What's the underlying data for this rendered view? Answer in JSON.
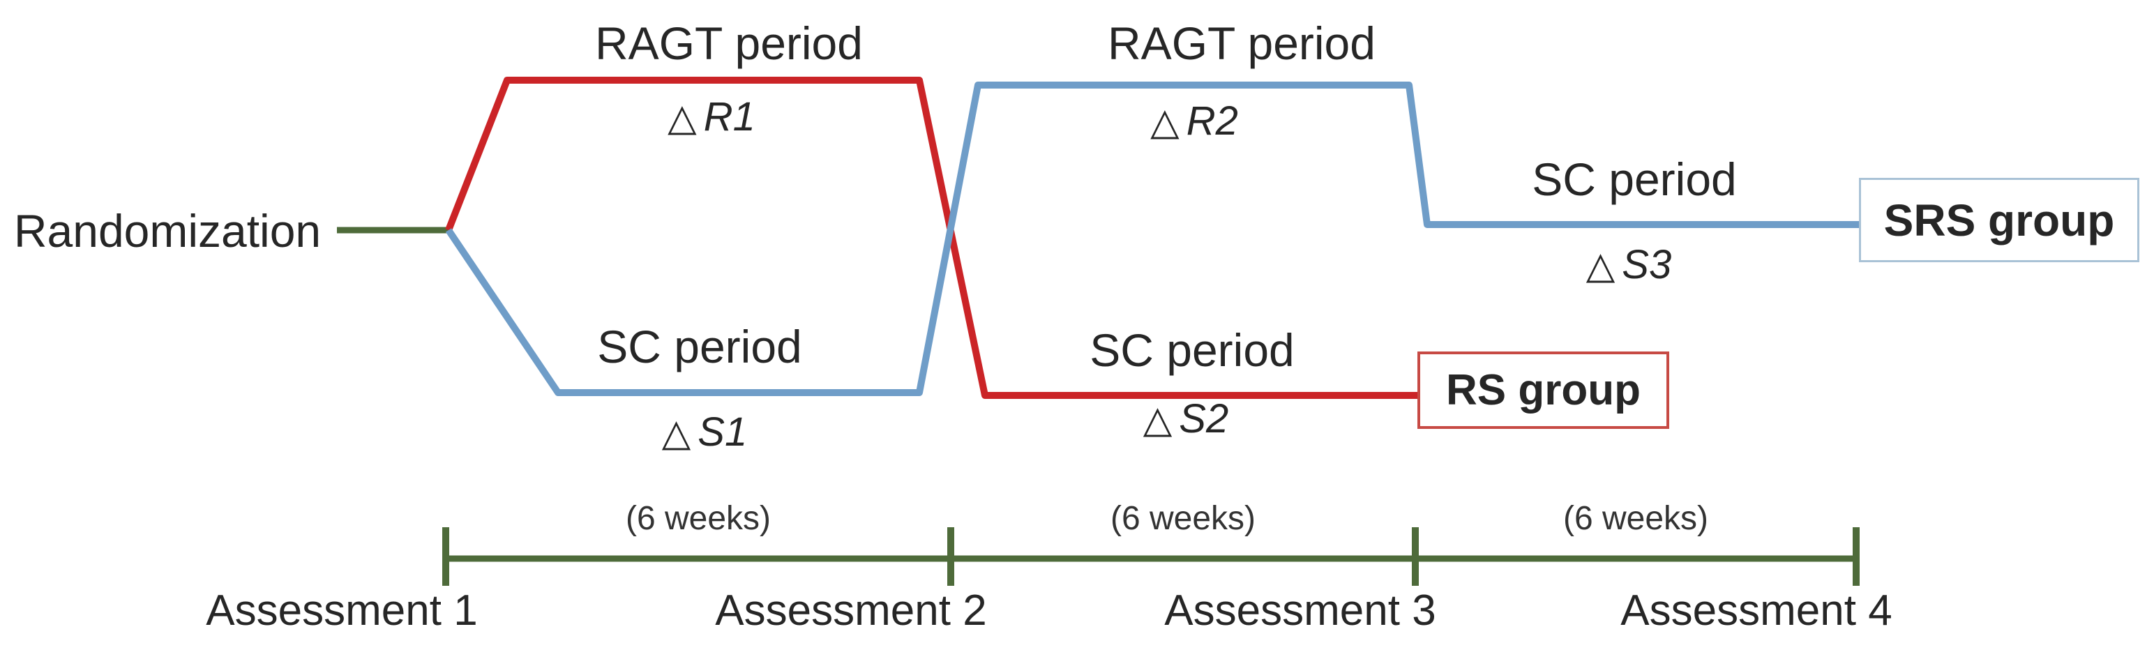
{
  "colors": {
    "ragt_red": "#cb2427",
    "sc_blue": "#6f9dc8",
    "timeline_green": "#4e6b3a",
    "text": "#262626",
    "rs_box_border": "#c74a44",
    "srs_box_border": "#a9c2d6"
  },
  "randomization": {
    "label": "Randomization"
  },
  "periods": {
    "ragt1": {
      "title": "RAGT period",
      "delta_symbol": "△",
      "delta_value": "R1"
    },
    "sc1": {
      "title": "SC period",
      "delta_symbol": "△",
      "delta_value": "S1"
    },
    "ragt2": {
      "title": "RAGT period",
      "delta_symbol": "△",
      "delta_value": "R2"
    },
    "sc2": {
      "title": "SC period",
      "delta_symbol": "△",
      "delta_value": "S2"
    },
    "sc3": {
      "title": "SC period",
      "delta_symbol": "△",
      "delta_value": "S3"
    }
  },
  "groups": {
    "rs": {
      "label": "RS group"
    },
    "srs": {
      "label": "SRS group"
    }
  },
  "timeline": {
    "durations": [
      {
        "label": "(6 weeks)"
      },
      {
        "label": "(6 weeks)"
      },
      {
        "label": "(6 weeks)"
      }
    ],
    "assessments": [
      {
        "label": "Assessment 1"
      },
      {
        "label": "Assessment 2"
      },
      {
        "label": "Assessment 3"
      },
      {
        "label": "Assessment 4"
      }
    ]
  }
}
